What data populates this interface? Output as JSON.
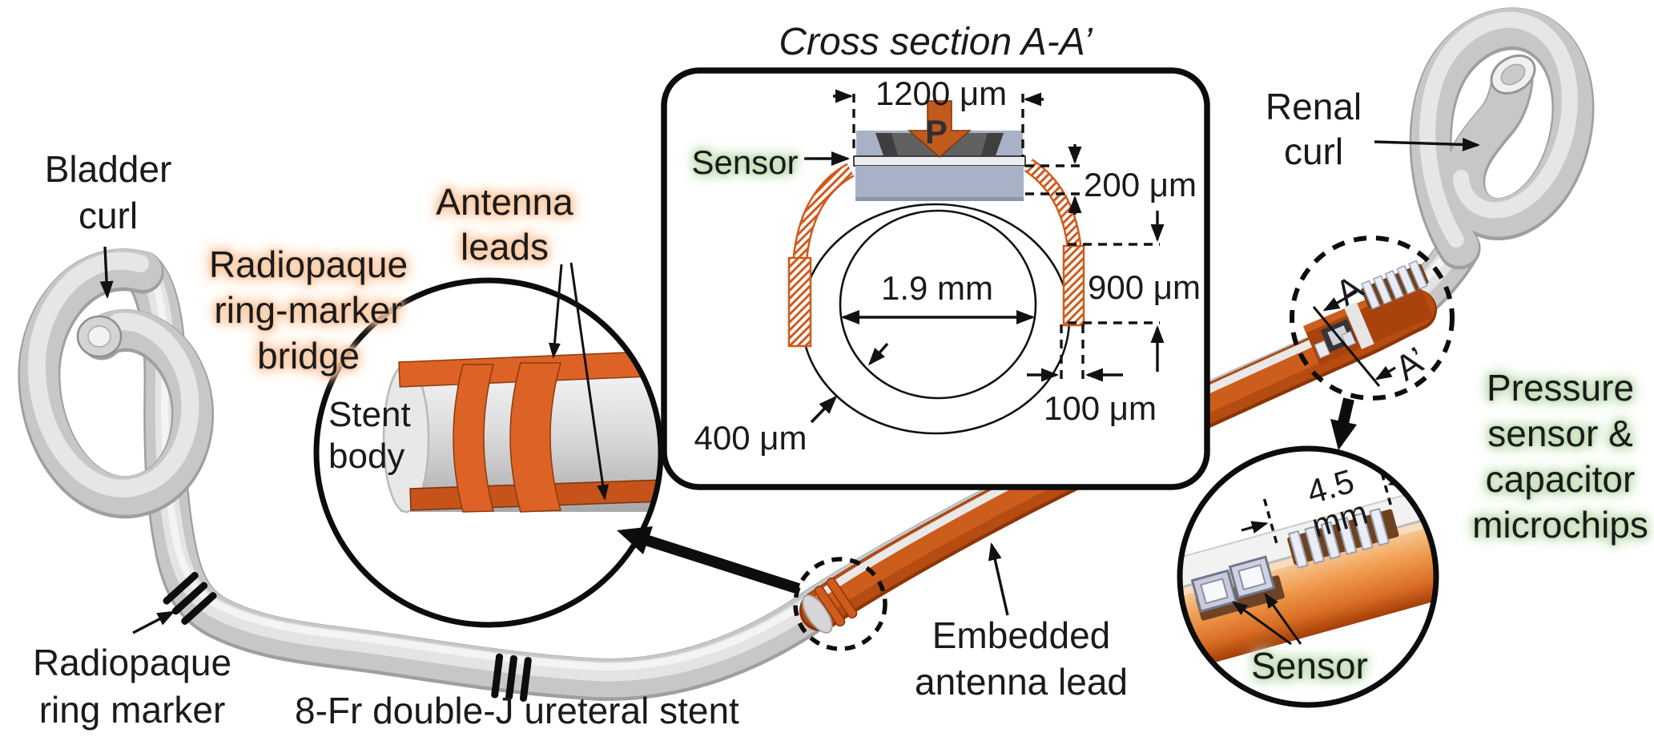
{
  "labels": {
    "bladder_curl": "Bladder\ncurl",
    "radiopaque_bridge": "Radiopaque\nring-marker\nbridge",
    "antenna_leads": "Antenna\nleads",
    "stent_body": "Stent\nbody",
    "radiopaque_marker": "Radiopaque\nring marker",
    "stent_name": "8-Fr double-J ureteral stent",
    "embedded_lead": "Embedded\nantenna lead",
    "renal_curl": "Renal\ncurl",
    "pressure_chips": "Pressure\nsensor &\ncapacitor\nmicrochips",
    "sensor_bottom": "Sensor",
    "sensor_cross": "Sensor",
    "section_a": "A",
    "section_a_prime": "A’"
  },
  "cross_section": {
    "title": "Cross section A-A’",
    "pressure_arrow": "P",
    "dim_sensor_width": "1200 μm",
    "dim_chip_thickness": "200 μm",
    "dim_inner_diameter": "1.9 mm",
    "dim_ring_length": "900 μm",
    "dim_wall_thickness": "400 μm",
    "dim_ring_thickness": "100 μm"
  },
  "sensor_inset": {
    "dim_chip_span": "4.5\nmm"
  },
  "colors": {
    "stent_gray": "#c7c7c7",
    "antenna_orange": "#b54c12",
    "bright_orange": "#dd6226",
    "copper": "#ef9440",
    "chip_gray_blue": "#a9b1c6",
    "orange_label_glow": "#f8c9a4",
    "green_label_glow": "#c2ddb6",
    "p_arrow_orange": "#c05a1d"
  }
}
